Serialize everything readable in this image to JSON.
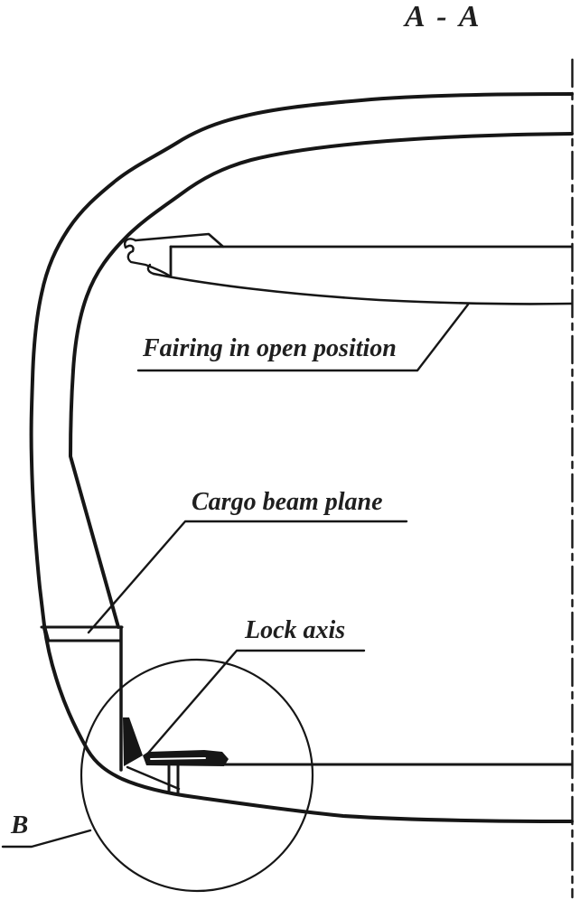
{
  "drawing": {
    "title": "A - A",
    "background_color": "#ffffff",
    "line_color": "#161616",
    "label_color": "#1f1f1f",
    "labels": {
      "fairing": "Fairing in open position",
      "cargo_beam": "Cargo beam plane",
      "lock_axis": "Lock axis",
      "detail_view": "B"
    }
  }
}
